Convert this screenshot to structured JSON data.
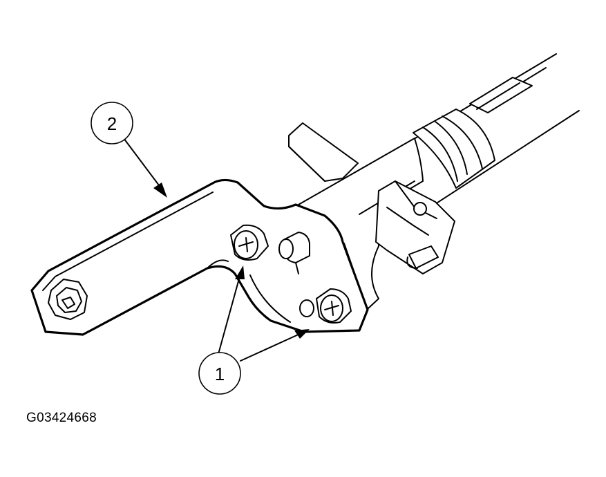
{
  "callouts": [
    {
      "id": "callout-1",
      "label": "1"
    },
    {
      "id": "callout-2",
      "label": "2"
    }
  ],
  "figure_code": "G03424668",
  "colors": {
    "line": "#000000",
    "background": "#ffffff"
  }
}
